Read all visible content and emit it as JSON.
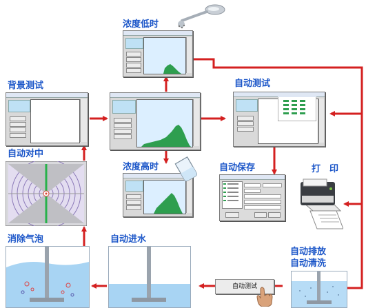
{
  "labels": {
    "conc_low": "浓度低时",
    "background_test": "背景测试",
    "auto_test": "自动测试",
    "auto_center": "自动对中",
    "conc_high": "浓度高时",
    "auto_save": "自动保存",
    "print": "打　印",
    "remove_bubbles": "消除气泡",
    "auto_water_in": "自动进水",
    "auto_drain": "自动排放",
    "auto_clean": "自动清洗"
  },
  "buttons": {
    "auto_test": "自动测试"
  },
  "colors": {
    "arrow": "#d42020",
    "label": "#1a55c8",
    "plot_green": "#2e9e4f"
  }
}
